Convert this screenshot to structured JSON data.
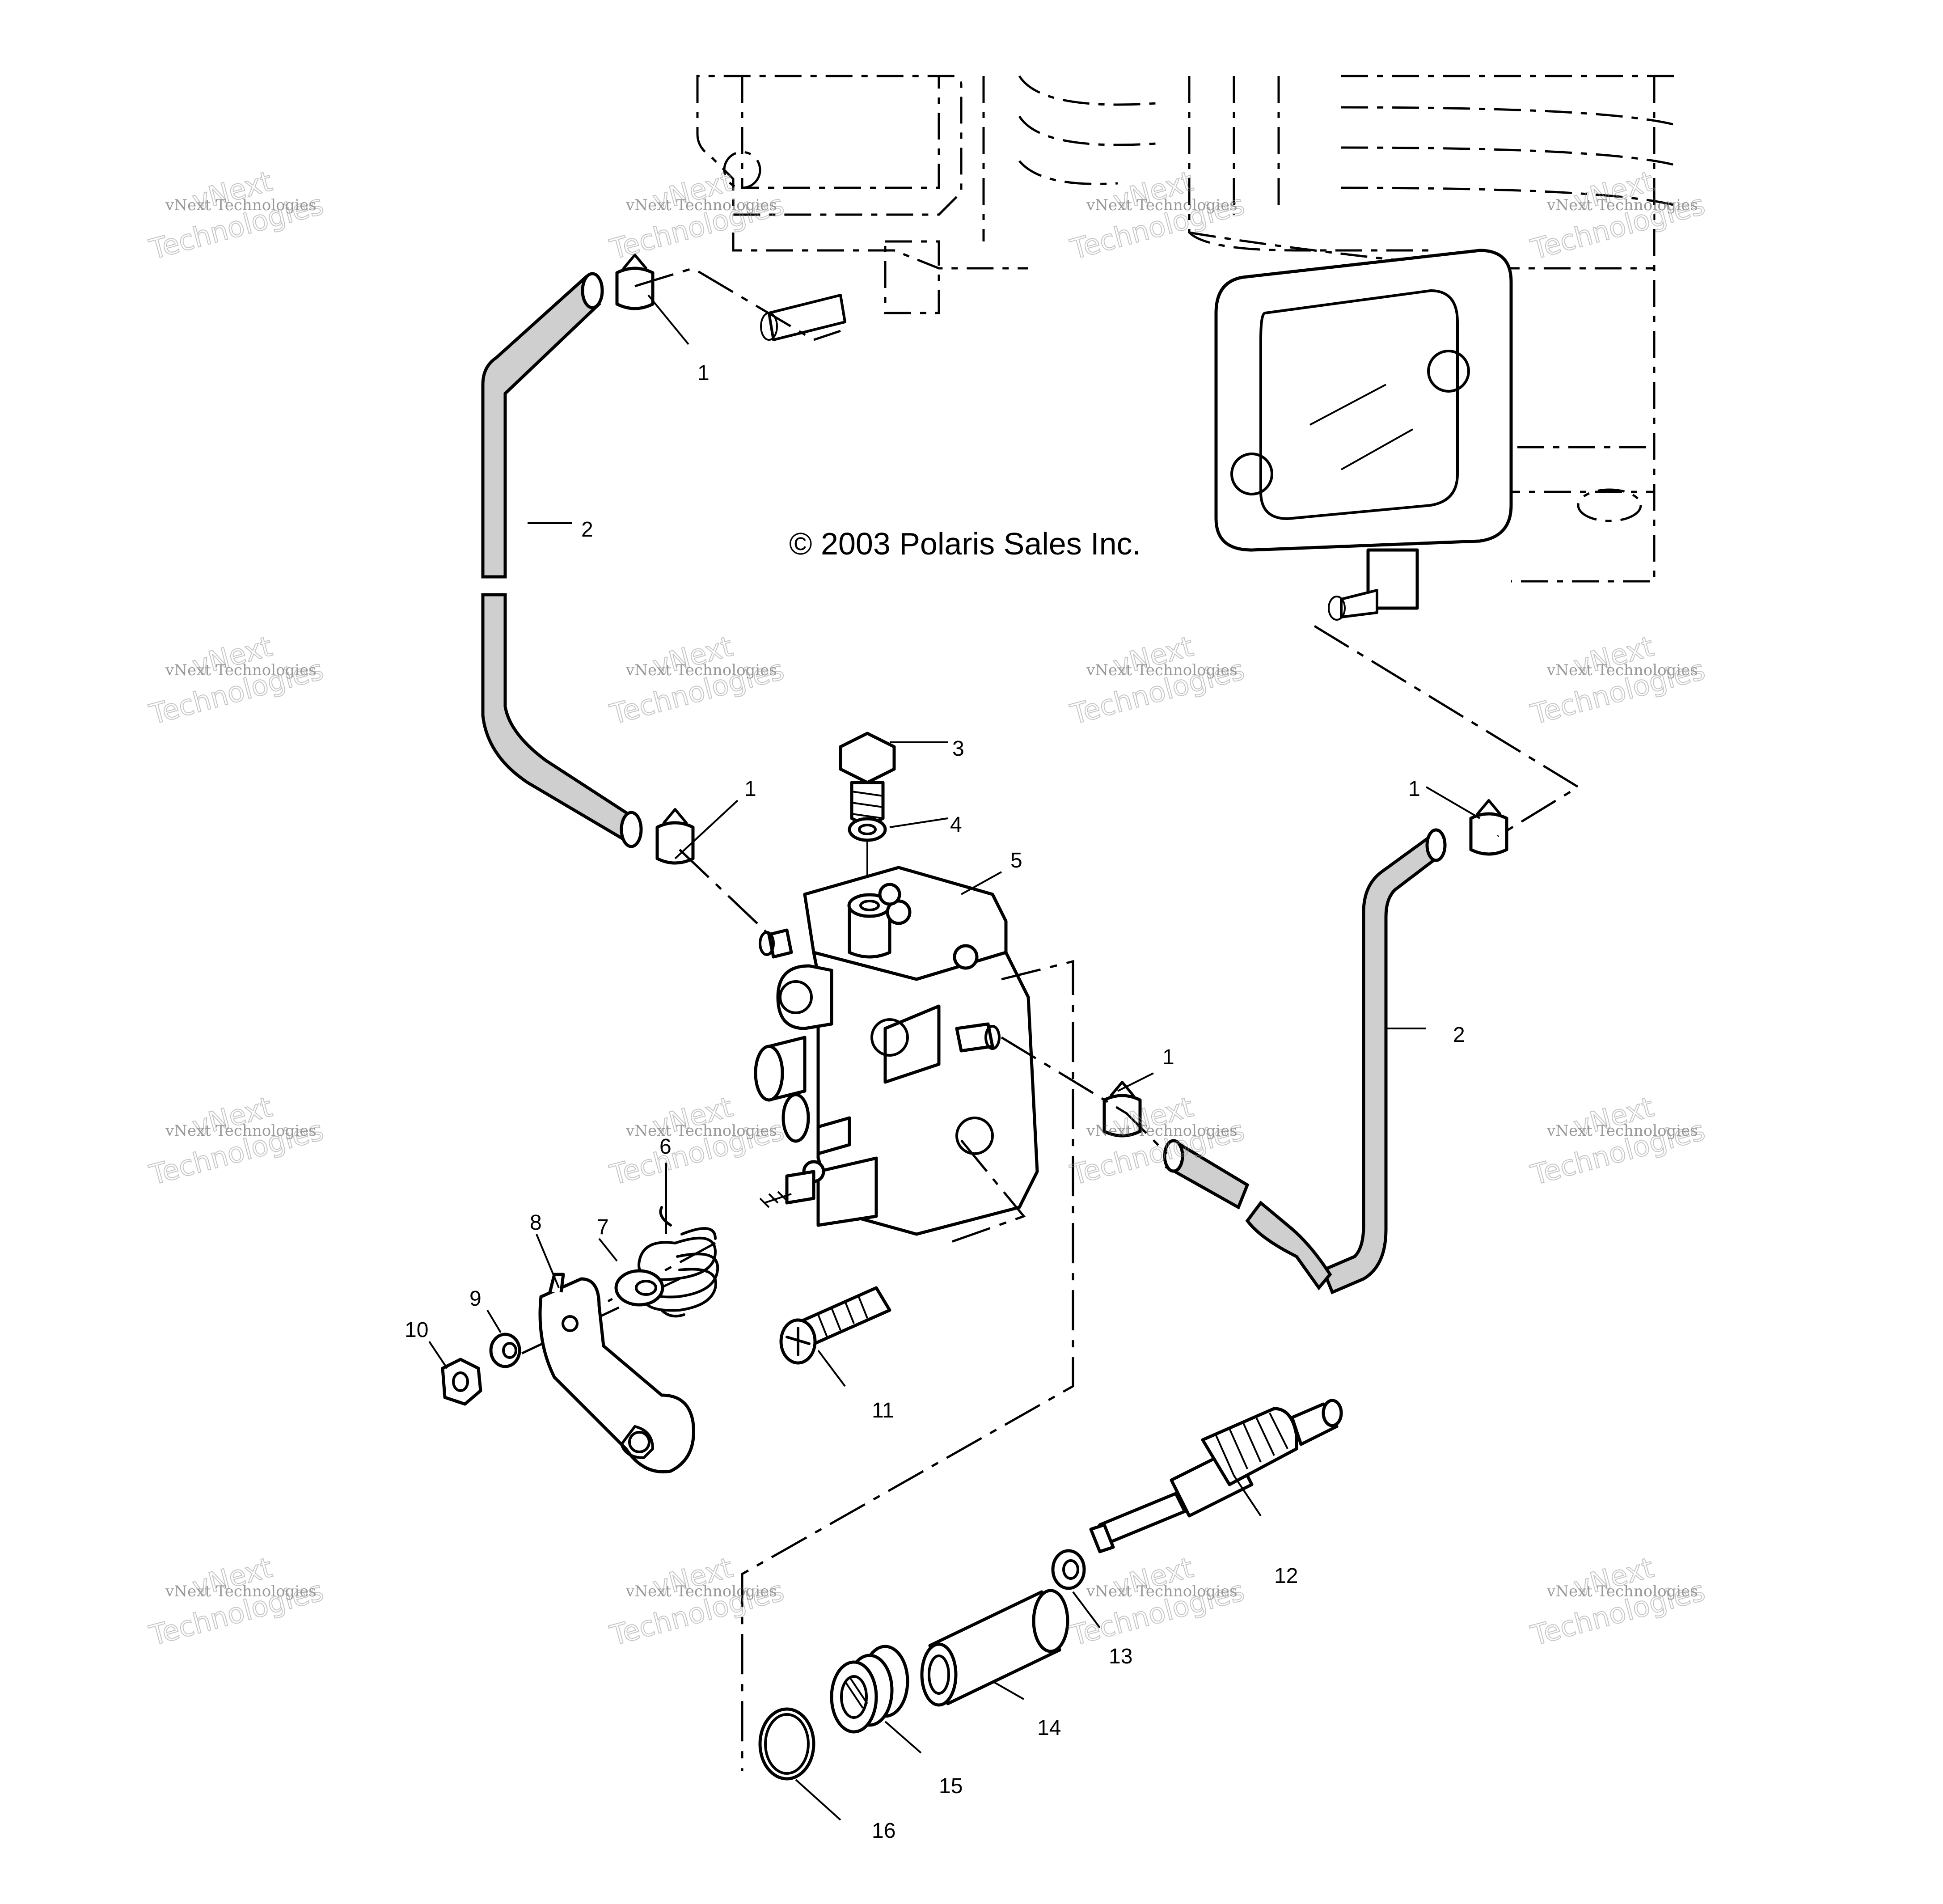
{
  "copyright": "© 2003 Polaris Sales Inc.",
  "watermark": {
    "line1": "vNext Technologies",
    "line2": "vNext",
    "line3": "Technologies"
  },
  "callouts": {
    "c1a": "1",
    "c1b": "1",
    "c1c": "1",
    "c1d": "1",
    "c2a": "2",
    "c2b": "2",
    "c3": "3",
    "c4": "4",
    "c5": "5",
    "c6": "6",
    "c7": "7",
    "c8": "8",
    "c9": "9",
    "c10": "10",
    "c11": "11",
    "c12": "12",
    "c13": "13",
    "c14": "14",
    "c15": "15",
    "c16": "16"
  }
}
